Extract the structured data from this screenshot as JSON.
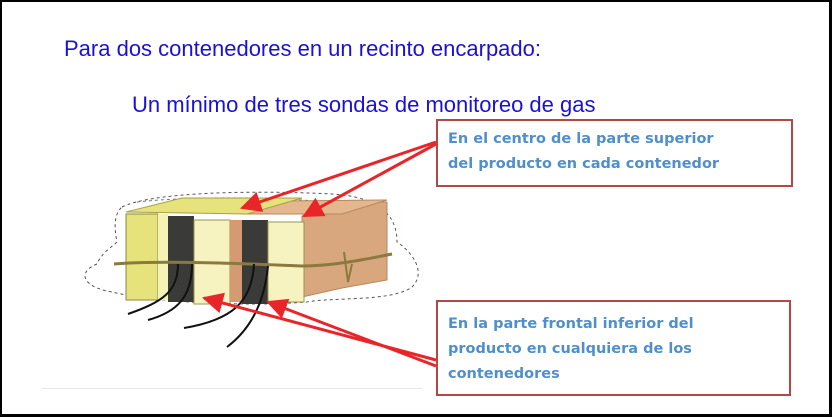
{
  "slide": {
    "title": "Para dos contenedores en un recinto encarpado:",
    "subtitle": "Un mínimo de tres sondas de monitoreo de gas",
    "callout_top": {
      "lines": [
        "En el centro de la parte superior",
        "del producto en cada contenedor"
      ]
    },
    "callout_bottom": {
      "lines": [
        "En la parte frontal inferior del",
        "producto en cualquiera de los",
        "contenedores"
      ]
    }
  },
  "colors": {
    "title_text": "#1a10d8",
    "callout_text": "#4f8fcc",
    "callout_border": "#b14a44",
    "arrow": "#e8262a"
  }
}
